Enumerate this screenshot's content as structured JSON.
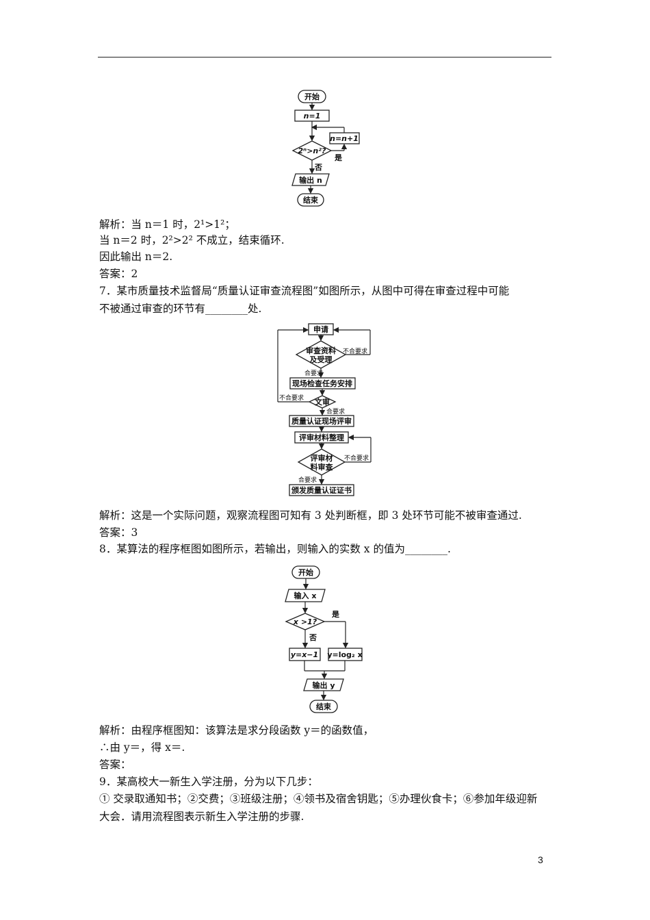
{
  "q6": {
    "solution": [
      "解析：当 n＝1 时，2¹>1²；",
      "当 n＝2 时，2²>2² 不成立，结束循环.",
      "因此输出 n＝2."
    ],
    "answer": "答案：2",
    "flow": {
      "start": "开始",
      "init": "n=1",
      "cond": "2ⁿ>n²?",
      "update": "n=n+1",
      "yes": "是",
      "no": "否",
      "output": "输出 n",
      "end": "结束"
    }
  },
  "q7": {
    "question": [
      "7．某市质量技术监督局“质量认证审查流程图”如图所示，从图中可得在审查过程中可能",
      "不被通过审查的环节有________处."
    ],
    "solution": "解析：这是一个实际问题，观察流程图可知有 3 处判断框，即 3 处环节可能不被审查通过.",
    "answer": "答案：3",
    "flow": {
      "apply": "申请",
      "d1_line1": "审查资料",
      "d1_line2": "及受理",
      "reject": "不合要求",
      "pass": "合要求",
      "arrange": "现场检查任务安排",
      "d2": "文审",
      "onsite": "质量认证现场评审",
      "organize": "评审材料整理",
      "d3_line1": "评审材",
      "d3_line2": "料审查",
      "issue": "颁发质量认证证书"
    }
  },
  "q8": {
    "question": "8．某算法的程序框图如图所示，若输出，则输入的实数 x 的值为________.",
    "solution": [
      "解析：由程序框图知：该算法是求分段函数 y＝的函数值，",
      "∴由 y＝，得 x＝."
    ],
    "answer": "答案：",
    "flow": {
      "start": "开始",
      "input": "输入 x",
      "cond": "x >1?",
      "yes": "是",
      "no": "否",
      "left": "y=x−1",
      "right": "y=log₂ x",
      "output": "输出 y",
      "end": "结束"
    }
  },
  "q9": {
    "question": [
      "9．某高校大一新生入学注册，分为以下几步：",
      "① 交录取通知书；②交费；③班级注册；④领书及宿舍钥匙；⑤办理伙食卡；⑥参加年级迎新",
      "大会．请用流程图表示新生入学注册的步骤."
    ]
  },
  "page_number": "3"
}
